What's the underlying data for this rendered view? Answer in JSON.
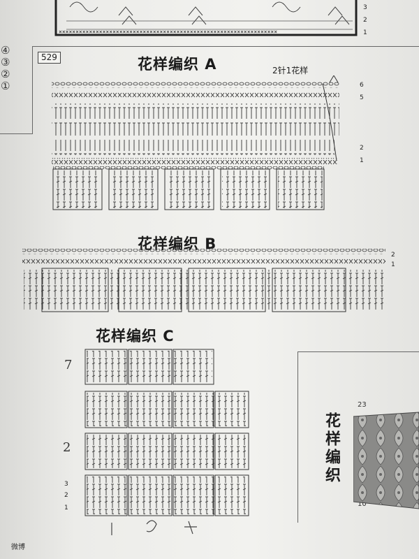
{
  "page_number": "529",
  "side_steps": [
    "④",
    "③",
    "②",
    "①"
  ],
  "top_strip_rows": [
    "3",
    "2",
    "1"
  ],
  "pattern_a": {
    "title": "花样编织 A",
    "note": "2针1花样",
    "row_labels": [
      "6",
      "5",
      "2",
      "1"
    ]
  },
  "pattern_b": {
    "title": "花样编织 B",
    "row_labels": [
      "2",
      "1"
    ]
  },
  "pattern_c": {
    "title": "花样编织 C",
    "row_labels": [
      "3",
      "2",
      "1"
    ],
    "handwritten": [
      "7",
      "2"
    ]
  },
  "side_panel": {
    "title": "花样编织",
    "count_top": "23",
    "count_bottom": "10"
  },
  "watermark": "微博"
}
